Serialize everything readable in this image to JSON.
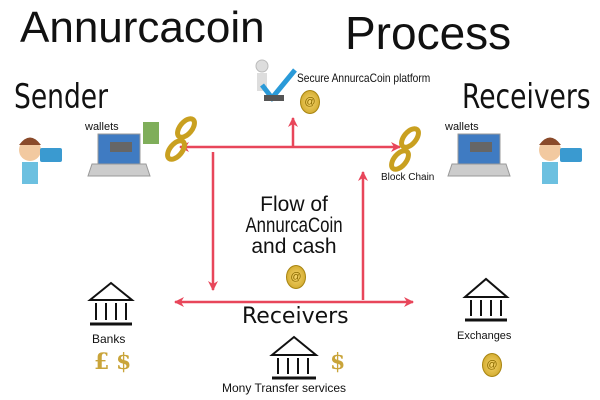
{
  "title": {
    "part1": "Annurcacoin",
    "part2": "Process"
  },
  "sender": {
    "label": "Sender",
    "wallets": "wallets"
  },
  "receivers_top": {
    "label": "Receivers",
    "wallets": "wallets"
  },
  "platform": {
    "label": "Secure AnnurcaCoin platform"
  },
  "blockchain": {
    "label": "Block Chain"
  },
  "flow": {
    "line1": "Flow of",
    "line2": "AnnurcaCoin",
    "line3": "and cash"
  },
  "receivers_bottom": {
    "label": "Receivers"
  },
  "banks": {
    "label": "Banks",
    "symbols": [
      "£",
      "$"
    ]
  },
  "money_transfer": {
    "label": "Mony Transfer services",
    "symbol": "$"
  },
  "exchanges": {
    "label": "Exchanges"
  },
  "colors": {
    "arrow": "#e8465a",
    "coin": "#d9b02c"
  }
}
